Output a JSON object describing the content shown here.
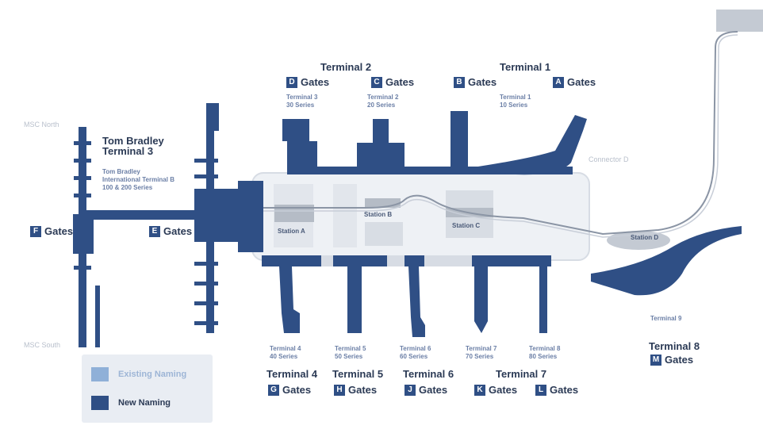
{
  "colors": {
    "new": "#2f4f85",
    "existing": "#8fb0d8",
    "station_fill": "#c4cad3",
    "building": "#e6e9ee"
  },
  "terminals": {
    "t2": "Terminal 2",
    "t1": "Terminal 1",
    "tbit_line1": "Tom Bradley",
    "tbit_line2": "Terminal 3",
    "t4": "Terminal 4",
    "t5": "Terminal 5",
    "t6": "Terminal 6",
    "t7": "Terminal 7",
    "t8": "Terminal 8"
  },
  "gates": {
    "a": {
      "letter": "A",
      "label": "Gates"
    },
    "b": {
      "letter": "B",
      "label": "Gates"
    },
    "c": {
      "letter": "C",
      "label": "Gates"
    },
    "d": {
      "letter": "D",
      "label": "Gates"
    },
    "e": {
      "letter": "E",
      "label": "Gates"
    },
    "f": {
      "letter": "F",
      "label": "Gates"
    },
    "g": {
      "letter": "G",
      "label": "Gates"
    },
    "h": {
      "letter": "H",
      "label": "Gates"
    },
    "j": {
      "letter": "J",
      "label": "Gates"
    },
    "k": {
      "letter": "K",
      "label": "Gates"
    },
    "l": {
      "letter": "L",
      "label": "Gates"
    },
    "m": {
      "letter": "M",
      "label": "Gates"
    }
  },
  "existing_naming": {
    "t3_old_1": "Terminal 3",
    "t3_old_2": "30 Series",
    "t2_old_1": "Terminal 2",
    "t2_old_2": "20 Series",
    "t1_old_1": "Terminal 1",
    "t1_old_2": "10 Series",
    "tbit_old_1": "Tom Bradley",
    "tbit_old_2": "International Terminal B",
    "tbit_old_3": "100 & 200 Series",
    "t4_old_1": "Terminal 4",
    "t4_old_2": "40 Series",
    "t5_old_1": "Terminal 5",
    "t5_old_2": "50 Series",
    "t6_old_1": "Terminal 6",
    "t6_old_2": "60 Series",
    "t7_old_1": "Terminal 7",
    "t7_old_2": "70 Series",
    "t8_old_1": "Terminal 8",
    "t8_old_2": "80 Series",
    "t9_old": "Terminal 9"
  },
  "stations": {
    "a": "Station A",
    "b": "Station B",
    "c": "Station C",
    "d": "Station D"
  },
  "faint_labels": {
    "north": "MSC North",
    "south": "MSC South",
    "connector": "Connector D"
  },
  "legend": {
    "existing": "Existing Naming",
    "new": "New Naming"
  }
}
